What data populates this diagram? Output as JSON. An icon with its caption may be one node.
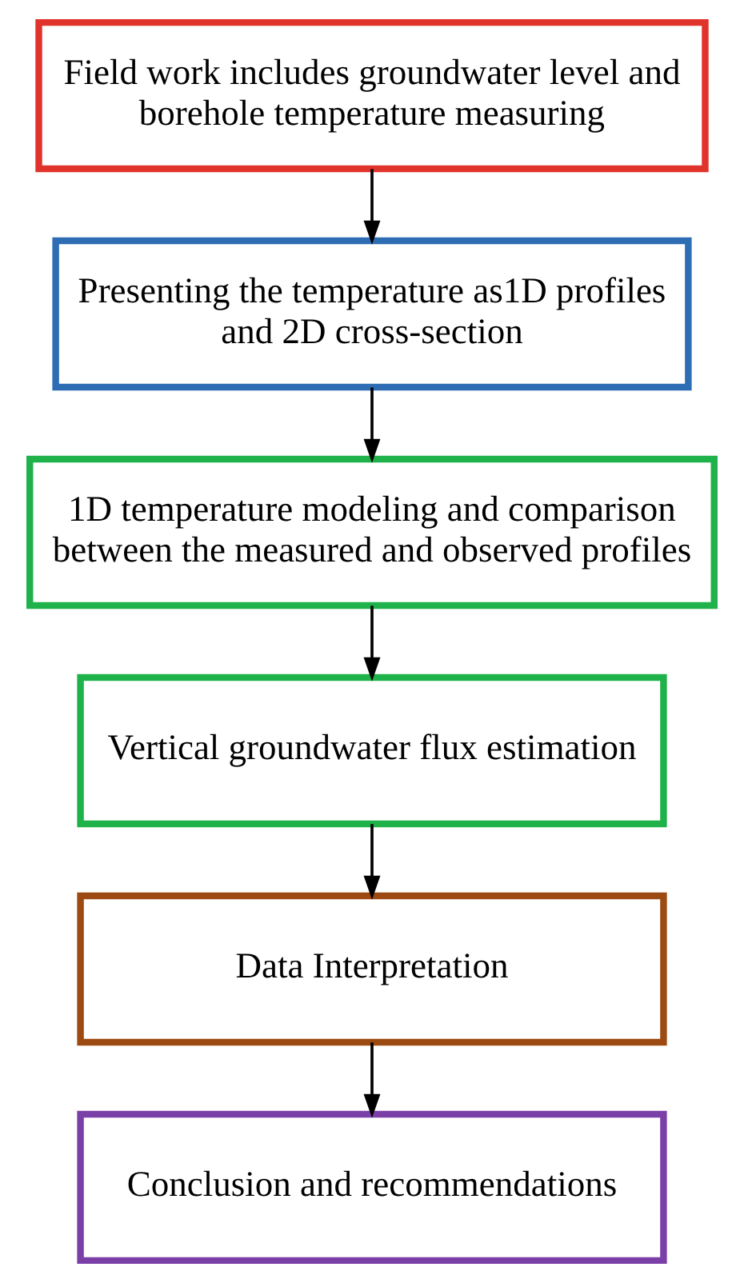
{
  "diagram": {
    "nodes": [
      {
        "text": [
          "Field work includes groundwater level and borehole temperature measuring"
        ]
      },
      {
        "text": [
          "Presenting the temperature as1D profiles and 2D cross-section"
        ]
      },
      {
        "text": [
          "1D temperature modeling and comparison between the measured and observed profiles"
        ]
      },
      {
        "text": [
          "Vertical groundwater flux estimation"
        ]
      },
      {
        "text": [
          "Data Interpretation"
        ]
      },
      {
        "text": [
          "Conclusion and recommendations"
        ]
      }
    ],
    "edges": [
      {
        "from": 0,
        "to": 1,
        "arrow": "to"
      },
      {
        "from": 1,
        "to": 2,
        "arrow": "to"
      },
      {
        "from": 2,
        "to": 3,
        "arrow": "to"
      },
      {
        "from": 3,
        "to": 4,
        "arrow": "to"
      },
      {
        "from": 4,
        "to": 5,
        "arrow": "to"
      }
    ]
  }
}
